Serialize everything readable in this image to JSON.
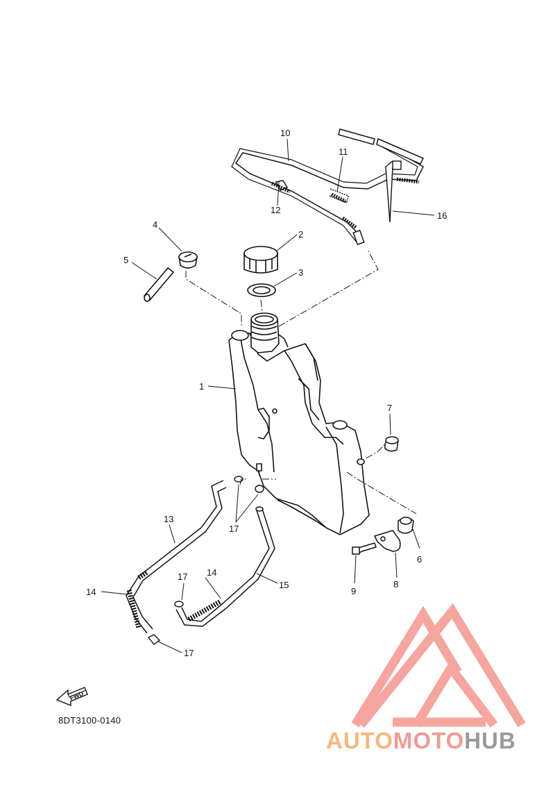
{
  "diagram": {
    "callouts": [
      {
        "id": "c1",
        "text": "1"
      },
      {
        "id": "c2",
        "text": "2"
      },
      {
        "id": "c3",
        "text": "3"
      },
      {
        "id": "c4",
        "text": "4"
      },
      {
        "id": "c5",
        "text": "5"
      },
      {
        "id": "c6",
        "text": "6"
      },
      {
        "id": "c7",
        "text": "7"
      },
      {
        "id": "c8",
        "text": "8"
      },
      {
        "id": "c9",
        "text": "9"
      },
      {
        "id": "c10",
        "text": "10"
      },
      {
        "id": "c11",
        "text": "11"
      },
      {
        "id": "c12",
        "text": "12"
      },
      {
        "id": "c13",
        "text": "13"
      },
      {
        "id": "c14a",
        "text": "14"
      },
      {
        "id": "c14b",
        "text": "14"
      },
      {
        "id": "c15",
        "text": "15"
      },
      {
        "id": "c16",
        "text": "16"
      },
      {
        "id": "c17a",
        "text": "17"
      },
      {
        "id": "c17b",
        "text": "17"
      },
      {
        "id": "c17c",
        "text": "17"
      }
    ],
    "fwd_label": "FWD",
    "drawing_code": "8DT3100-0140"
  },
  "watermark": {
    "part1": "AUTO",
    "part2": "MOTO",
    "part3": "HUB",
    "colors": {
      "part1": "#f7b77a",
      "part2": "#f29a93",
      "part3": "#9a9a9a",
      "triangle": "#f6a19a"
    }
  }
}
